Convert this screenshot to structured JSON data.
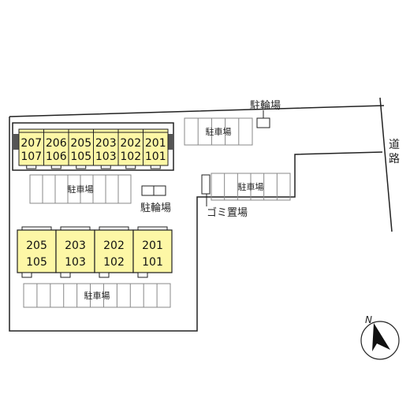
{
  "labels": {
    "bike_parking_top": "駐輪場",
    "bike_parking_mid": "駐輪場",
    "parking_top": "駐車場",
    "parking_upper": "駐車場",
    "parking_right": "駐車場",
    "parking_bottom": "駐車場",
    "garbage": "ゴミ置場",
    "road": "道路",
    "north": "N"
  },
  "building_upper": {
    "units": [
      {
        "top": "207",
        "bottom": "107"
      },
      {
        "top": "206",
        "bottom": "106"
      },
      {
        "top": "205",
        "bottom": "105"
      },
      {
        "top": "203",
        "bottom": "103"
      },
      {
        "top": "202",
        "bottom": "102"
      },
      {
        "top": "201",
        "bottom": "101"
      }
    ]
  },
  "building_lower": {
    "units": [
      {
        "top": "205",
        "bottom": "105"
      },
      {
        "top": "203",
        "bottom": "103"
      },
      {
        "top": "202",
        "bottom": "102"
      },
      {
        "top": "201",
        "bottom": "101"
      }
    ]
  },
  "colors": {
    "unit_fill": "#fdf7a6",
    "line": "#222222",
    "parking_line": "#888888"
  }
}
